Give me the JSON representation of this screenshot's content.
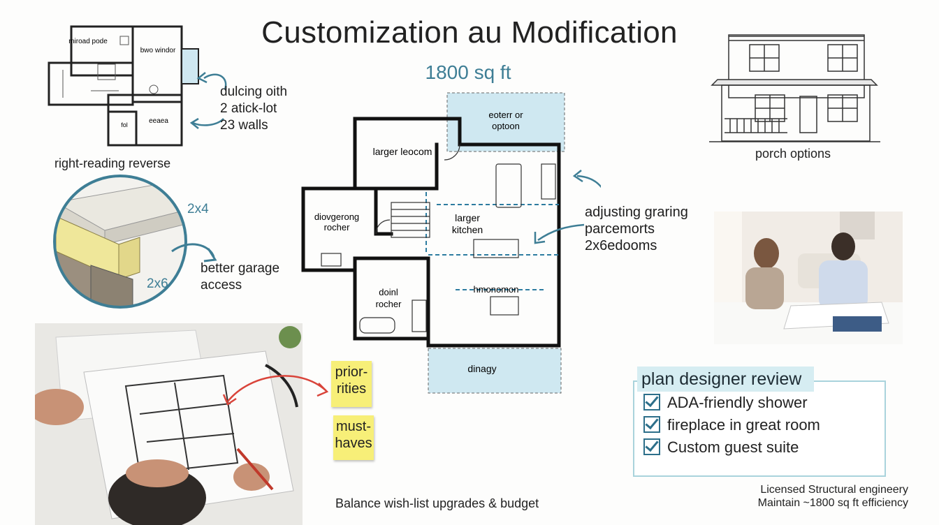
{
  "title": "Customization au Modification",
  "area": "1800 sq ft",
  "top_left_plan": {
    "rooms": [
      "miroad pode",
      "bwo windor",
      "eeaea",
      "fol"
    ],
    "annotation": [
      "dulcing oith",
      "2 atick-lot",
      "23 walls"
    ],
    "caption": "right-reading reverse"
  },
  "framing_detail": {
    "labels": [
      "2x4",
      "2x6"
    ],
    "annotation": [
      "better garage",
      "access"
    ]
  },
  "main_plan": {
    "rooms": {
      "exterior_option": [
        "eoterr or",
        "optoon"
      ],
      "larger_bedroom": "larger leocom",
      "bedroom2": [
        "diovgerong",
        "rocher"
      ],
      "kitchen": [
        "larger",
        "kitchen"
      ],
      "bath": [
        "doinl",
        "rocher"
      ],
      "great_room": "hmonomon",
      "dining": "dinagy"
    },
    "annotation": [
      "adjusting graring",
      "parcemorts",
      "2x6edooms"
    ]
  },
  "elevation": {
    "caption": "porch options"
  },
  "sticky_notes": [
    "prior-\nrities",
    "must-\nhaves"
  ],
  "review": {
    "title": "plan designer review",
    "items": [
      "ADA-friendly shower",
      "fireplace in great room",
      "Custom guest suite"
    ]
  },
  "footer": {
    "balance": "Balance wish-list upgrades & budget",
    "line1": "Licensed Structural engineery",
    "line2": "Maintain ~1800 sq ft efficiency"
  },
  "colors": {
    "accent": "#3e7e95",
    "light_blue": "#cfe8f1",
    "red_arrow": "#d9443a",
    "sticky": "#f7ef78"
  }
}
